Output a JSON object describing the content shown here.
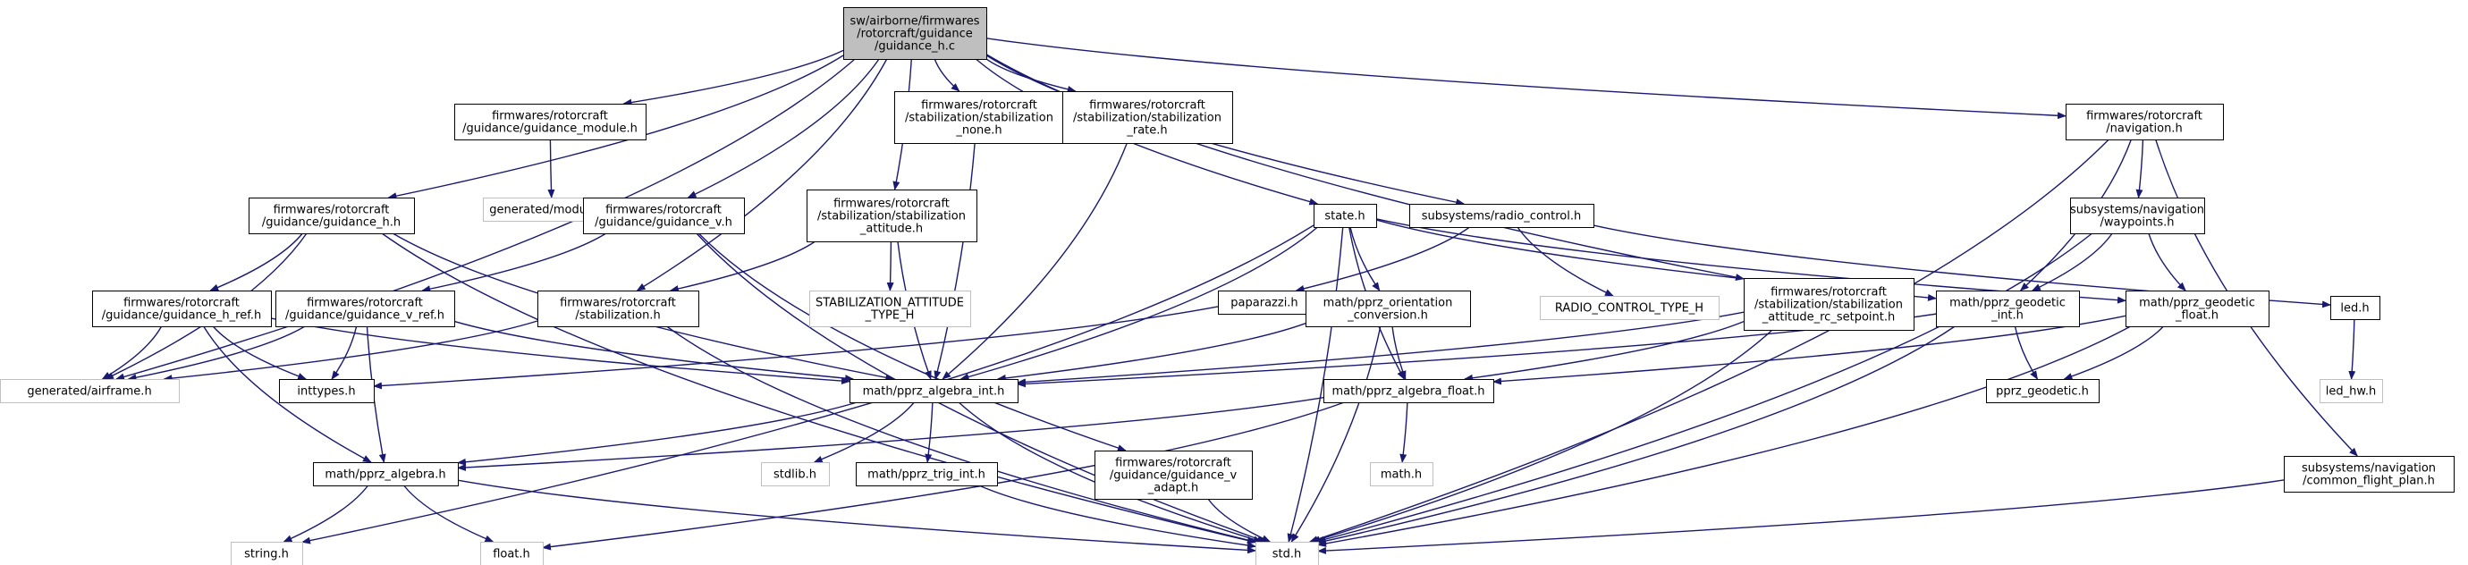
{
  "colors": {
    "edge": "#191970",
    "node_border": "#000000",
    "node_border_external": "#bfbfbf",
    "node_fill": "#ffffff",
    "root_fill": "#bfbfbf",
    "text": "#000000",
    "text_external": "#000000"
  },
  "nodes": [
    {
      "id": "root",
      "lines": [
        "sw/airborne/firmwares",
        "/rotorcraft/guidance",
        "/guidance_h.c"
      ],
      "style": "root"
    },
    {
      "id": "g_module",
      "lines": [
        "firmwares/rotorcraft",
        "/guidance/guidance_module.h"
      ],
      "style": "normal"
    },
    {
      "id": "gen_modules",
      "lines": [
        "generated/modules.h"
      ],
      "style": "external"
    },
    {
      "id": "stab_none",
      "lines": [
        "firmwares/rotorcraft",
        "/stabilization/stabilization",
        "_none.h"
      ],
      "style": "normal"
    },
    {
      "id": "stab_rate",
      "lines": [
        "firmwares/rotorcraft",
        "/stabilization/stabilization",
        "_rate.h"
      ],
      "style": "normal"
    },
    {
      "id": "navigation",
      "lines": [
        "firmwares/rotorcraft",
        "/navigation.h"
      ],
      "style": "normal"
    },
    {
      "id": "guidance_h",
      "lines": [
        "firmwares/rotorcraft",
        "/guidance/guidance_h.h"
      ],
      "style": "normal"
    },
    {
      "id": "guidance_v",
      "lines": [
        "firmwares/rotorcraft",
        "/guidance/guidance_v.h"
      ],
      "style": "normal"
    },
    {
      "id": "stab_att",
      "lines": [
        "firmwares/rotorcraft",
        "/stabilization/stabilization",
        "_attitude.h"
      ],
      "style": "normal"
    },
    {
      "id": "state",
      "lines": [
        "state.h"
      ],
      "style": "normal"
    },
    {
      "id": "radio",
      "lines": [
        "subsystems/radio_control.h"
      ],
      "style": "normal"
    },
    {
      "id": "waypoints",
      "lines": [
        "subsystems/navigation",
        "/waypoints.h"
      ],
      "style": "normal"
    },
    {
      "id": "h_ref",
      "lines": [
        "firmwares/rotorcraft",
        "/guidance/guidance_h_ref.h"
      ],
      "style": "normal"
    },
    {
      "id": "v_ref",
      "lines": [
        "firmwares/rotorcraft",
        "/guidance/guidance_v_ref.h"
      ],
      "style": "normal"
    },
    {
      "id": "stab",
      "lines": [
        "firmwares/rotorcraft",
        "/stabilization.h"
      ],
      "style": "normal"
    },
    {
      "id": "stab_att_type",
      "lines": [
        "STABILIZATION_ATTITUDE",
        "_TYPE_H"
      ],
      "style": "external"
    },
    {
      "id": "paparazzi",
      "lines": [
        "paparazzi.h"
      ],
      "style": "normal"
    },
    {
      "id": "orient_conv",
      "lines": [
        "math/pprz_orientation",
        "_conversion.h"
      ],
      "style": "normal"
    },
    {
      "id": "rc_type",
      "lines": [
        "RADIO_CONTROL_TYPE_H"
      ],
      "style": "external"
    },
    {
      "id": "rc_setpoint",
      "lines": [
        "firmwares/rotorcraft",
        "/stabilization/stabilization",
        "_attitude_rc_setpoint.h"
      ],
      "style": "normal"
    },
    {
      "id": "geodetic_int",
      "lines": [
        "math/pprz_geodetic",
        "_int.h"
      ],
      "style": "normal"
    },
    {
      "id": "geodetic_float",
      "lines": [
        "math/pprz_geodetic",
        "_float.h"
      ],
      "style": "normal"
    },
    {
      "id": "led",
      "lines": [
        "led.h"
      ],
      "style": "normal"
    },
    {
      "id": "airframe",
      "lines": [
        "generated/airframe.h"
      ],
      "style": "external"
    },
    {
      "id": "inttypes",
      "lines": [
        "inttypes.h"
      ],
      "style": "normal"
    },
    {
      "id": "alg_int",
      "lines": [
        "math/pprz_algebra_int.h"
      ],
      "style": "normal"
    },
    {
      "id": "alg_float",
      "lines": [
        "math/pprz_algebra_float.h"
      ],
      "style": "normal"
    },
    {
      "id": "pprz_geodetic",
      "lines": [
        "pprz_geodetic.h"
      ],
      "style": "normal"
    },
    {
      "id": "led_hw",
      "lines": [
        "led_hw.h"
      ],
      "style": "external"
    },
    {
      "id": "alg",
      "lines": [
        "math/pprz_algebra.h"
      ],
      "style": "normal"
    },
    {
      "id": "stdlib",
      "lines": [
        "stdlib.h"
      ],
      "style": "external"
    },
    {
      "id": "trig_int",
      "lines": [
        "math/pprz_trig_int.h"
      ],
      "style": "normal"
    },
    {
      "id": "v_adapt",
      "lines": [
        "firmwares/rotorcraft",
        "/guidance/guidance_v",
        "_adapt.h"
      ],
      "style": "normal"
    },
    {
      "id": "math",
      "lines": [
        "math.h"
      ],
      "style": "external"
    },
    {
      "id": "flight_plan",
      "lines": [
        "subsystems/navigation",
        "/common_flight_plan.h"
      ],
      "style": "normal"
    },
    {
      "id": "string",
      "lines": [
        "string.h"
      ],
      "style": "external"
    },
    {
      "id": "float",
      "lines": [
        "float.h"
      ],
      "style": "external"
    },
    {
      "id": "std",
      "lines": [
        "std.h"
      ],
      "style": "external"
    }
  ],
  "edges": [
    [
      "root",
      "g_module"
    ],
    [
      "root",
      "stab_none"
    ],
    [
      "root",
      "stab_rate"
    ],
    [
      "root",
      "navigation"
    ],
    [
      "root",
      "guidance_h"
    ],
    [
      "root",
      "guidance_v"
    ],
    [
      "root",
      "stab_att"
    ],
    [
      "root",
      "state"
    ],
    [
      "root",
      "radio"
    ],
    [
      "root",
      "stab"
    ],
    [
      "root",
      "rc_setpoint"
    ],
    [
      "root",
      "airframe"
    ],
    [
      "g_module",
      "gen_modules"
    ],
    [
      "stab_none",
      "alg_int"
    ],
    [
      "stab_rate",
      "alg_int"
    ],
    [
      "navigation",
      "waypoints"
    ],
    [
      "navigation",
      "geodetic_int"
    ],
    [
      "navigation",
      "flight_plan"
    ],
    [
      "navigation",
      "std"
    ],
    [
      "guidance_h",
      "h_ref"
    ],
    [
      "guidance_h",
      "airframe"
    ],
    [
      "guidance_h",
      "alg_int"
    ],
    [
      "guidance_h",
      "std"
    ],
    [
      "guidance_v",
      "v_ref"
    ],
    [
      "guidance_v",
      "v_adapt"
    ],
    [
      "guidance_v",
      "std"
    ],
    [
      "stab_att",
      "stab"
    ],
    [
      "stab_att",
      "stab_att_type"
    ],
    [
      "stab_att",
      "alg_int"
    ],
    [
      "state",
      "string"
    ],
    [
      "state",
      "orient_conv"
    ],
    [
      "state",
      "geodetic_int"
    ],
    [
      "state",
      "geodetic_float"
    ],
    [
      "state",
      "alg_int"
    ],
    [
      "state",
      "alg_float"
    ],
    [
      "state",
      "std"
    ],
    [
      "radio",
      "paparazzi"
    ],
    [
      "radio",
      "rc_type"
    ],
    [
      "radio",
      "led"
    ],
    [
      "waypoints",
      "geodetic_int"
    ],
    [
      "waypoints",
      "geodetic_float"
    ],
    [
      "waypoints",
      "std"
    ],
    [
      "h_ref",
      "airframe"
    ],
    [
      "h_ref",
      "inttypes"
    ],
    [
      "h_ref",
      "alg"
    ],
    [
      "h_ref",
      "alg_int"
    ],
    [
      "v_ref",
      "airframe"
    ],
    [
      "v_ref",
      "inttypes"
    ],
    [
      "v_ref",
      "alg"
    ],
    [
      "v_ref",
      "alg_int"
    ],
    [
      "stab",
      "airframe"
    ],
    [
      "stab",
      "std"
    ],
    [
      "paparazzi",
      "inttypes"
    ],
    [
      "orient_conv",
      "alg_int"
    ],
    [
      "orient_conv",
      "alg_float"
    ],
    [
      "orient_conv",
      "std"
    ],
    [
      "rc_setpoint",
      "alg_int"
    ],
    [
      "rc_setpoint",
      "alg_float"
    ],
    [
      "rc_setpoint",
      "std"
    ],
    [
      "geodetic_int",
      "pprz_geodetic"
    ],
    [
      "geodetic_int",
      "alg_int"
    ],
    [
      "geodetic_int",
      "std"
    ],
    [
      "geodetic_float",
      "pprz_geodetic"
    ],
    [
      "geodetic_float",
      "alg_float"
    ],
    [
      "geodetic_float",
      "std"
    ],
    [
      "led",
      "led_hw"
    ],
    [
      "alg_int",
      "alg"
    ],
    [
      "alg_int",
      "stdlib"
    ],
    [
      "alg_int",
      "trig_int"
    ],
    [
      "alg_int",
      "std"
    ],
    [
      "alg_float",
      "alg"
    ],
    [
      "alg_float",
      "math"
    ],
    [
      "alg_float",
      "float"
    ],
    [
      "alg",
      "string"
    ],
    [
      "alg",
      "float"
    ],
    [
      "alg",
      "std"
    ],
    [
      "trig_int",
      "std"
    ],
    [
      "v_adapt",
      "std"
    ],
    [
      "flight_plan",
      "std"
    ]
  ]
}
